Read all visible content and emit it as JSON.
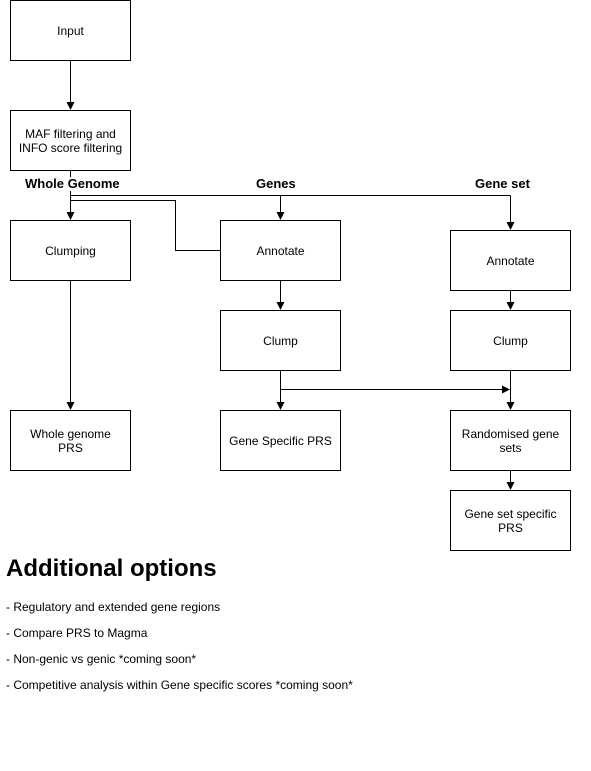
{
  "diagram": {
    "nodes": [
      {
        "id": "input",
        "label": "Input"
      },
      {
        "id": "maf",
        "label": "MAF filtering and INFO score filtering"
      },
      {
        "id": "clumping",
        "label": "Clumping"
      },
      {
        "id": "whole_prs",
        "label": "Whole genome PRS"
      },
      {
        "id": "genes_annotate",
        "label": "Annotate"
      },
      {
        "id": "genes_clump",
        "label": "Clump"
      },
      {
        "id": "gene_prs",
        "label": "Gene Specific PRS"
      },
      {
        "id": "set_annotate",
        "label": "Annotate"
      },
      {
        "id": "set_clump",
        "label": "Clump"
      },
      {
        "id": "randomised",
        "label": "Randomised gene sets"
      },
      {
        "id": "set_prs",
        "label": "Gene set specific PRS"
      }
    ],
    "headers": {
      "whole_genome": "Whole Genome",
      "genes": "Genes",
      "gene_set": "Gene set"
    },
    "edges": [
      {
        "from": "input",
        "to": "maf"
      },
      {
        "from": "maf",
        "to": "clumping"
      },
      {
        "from": "maf",
        "to": "genes_annotate"
      },
      {
        "from": "maf",
        "to": "set_annotate"
      },
      {
        "from": "maf",
        "to": "genes_annotate",
        "kind": "side-link"
      },
      {
        "from": "clumping",
        "to": "whole_prs"
      },
      {
        "from": "genes_annotate",
        "to": "genes_clump"
      },
      {
        "from": "genes_clump",
        "to": "gene_prs"
      },
      {
        "from": "genes_clump",
        "to": "randomised"
      },
      {
        "from": "set_annotate",
        "to": "set_clump"
      },
      {
        "from": "set_clump",
        "to": "randomised"
      },
      {
        "from": "randomised",
        "to": "set_prs"
      }
    ]
  },
  "additional_options": {
    "title": "Additional options",
    "items": [
      "- Regulatory and extended gene regions",
      "- Compare PRS to Magma",
      "- Non-genic vs genic *coming soon*",
      "- Competitive analysis within Gene specific scores *coming soon*"
    ]
  }
}
